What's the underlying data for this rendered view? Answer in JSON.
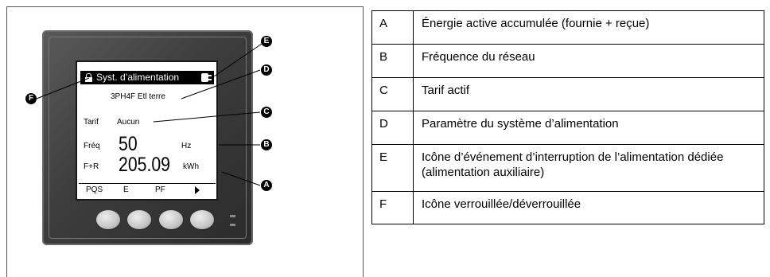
{
  "meter": {
    "header_title": "Syst. d’alimentation",
    "system_type": "3PH4F Etl terre",
    "tarif_label": "Tarif",
    "tarif_value": "Aucun",
    "freq_label": "Fréq",
    "freq_value": "50",
    "freq_unit": "Hz",
    "energy_label": "F+R",
    "energy_value": "205.09",
    "energy_unit": "kWh",
    "softkeys": [
      "PQS",
      "E",
      "PF"
    ],
    "softkey_next": "right-arrow-icon",
    "buttons": 4
  },
  "callouts": [
    "A",
    "B",
    "C",
    "D",
    "E",
    "F"
  ],
  "legend": [
    {
      "key": "A",
      "text": "Énergie active accumulée (fournie + reçue)"
    },
    {
      "key": "B",
      "text": "Fréquence du réseau"
    },
    {
      "key": "C",
      "text": "Tarif actif"
    },
    {
      "key": "D",
      "text": "Paramètre du système d’alimentation"
    },
    {
      "key": "E",
      "text": "Icône d’événement d’interruption de l’alimentation dédiée (alimentation auxiliaire)"
    },
    {
      "key": "F",
      "text": "Icône verrouillée/déverrouillée"
    }
  ],
  "colors": {
    "bezel": "#3d3d3d",
    "lcd_background": "#ffffff",
    "callout": "#000000"
  }
}
